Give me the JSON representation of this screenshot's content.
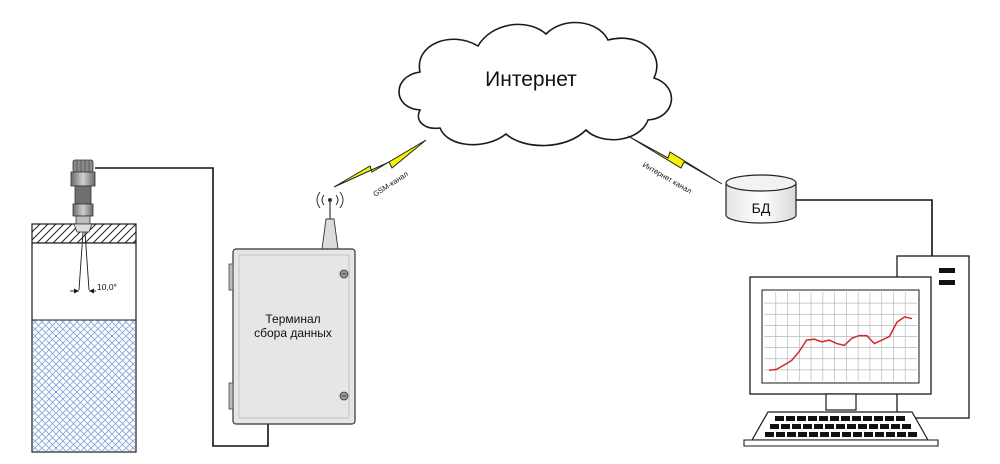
{
  "cloud": {
    "label": "Интернет"
  },
  "terminal": {
    "line1": "Терминал",
    "line2": "сбора данных"
  },
  "database": {
    "label": "БД"
  },
  "channels": {
    "gsm": "GSM-канал",
    "internet": "Интернет канал"
  },
  "sensor": {
    "beam_angle": "10,0°"
  },
  "chart_data": {
    "type": "line",
    "series": [
      {
        "values": [
          0.12,
          0.13,
          0.18,
          0.23,
          0.33,
          0.46,
          0.47,
          0.44,
          0.46,
          0.42,
          0.4,
          0.48,
          0.51,
          0.51,
          0.42,
          0.46,
          0.5,
          0.66,
          0.72,
          0.7
        ]
      }
    ],
    "ylim": [
      0,
      1
    ],
    "grid": true
  },
  "colors": {
    "line": "#cf2a2a",
    "lightning": "#f3f500",
    "water": "#9eb6e4",
    "cabinet": "#e6e6e6"
  }
}
